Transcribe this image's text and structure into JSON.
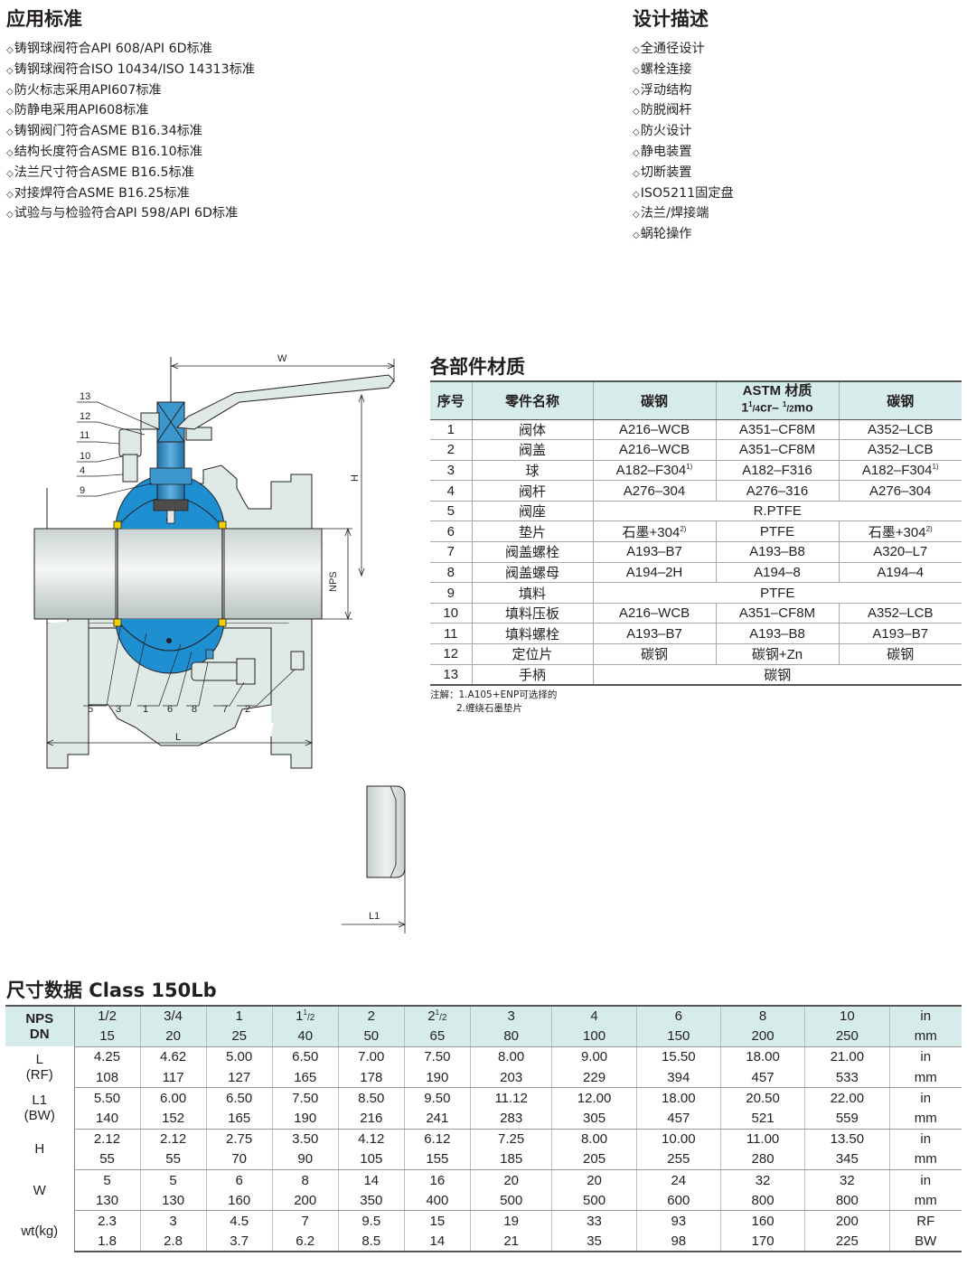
{
  "standards": {
    "title": "应用标准",
    "items": [
      "铸钢球阀符合API 608/API 6D标准",
      "铸钢球阀符合ISO 10434/ISO 14313标准",
      "防火标志采用API607标准",
      "防静电采用API608标准",
      "铸钢阀门符合ASME B16.34标准",
      "结构长度符合ASME B16.10标准",
      "法兰尺寸符合ASME B16.5标准",
      "对接焊符合ASME B16.25标准",
      "试验与与检验符合API 598/API 6D标准"
    ]
  },
  "design": {
    "title": "设计描述",
    "items": [
      "全通径设计",
      "螺栓连接",
      "浮动结构",
      "防脱阀杆",
      "防火设计",
      "静电装置",
      "切断装置",
      "ISO5211固定盘",
      "法兰/焊接端",
      "蜗轮操作"
    ]
  },
  "bullet": "◇",
  "drawing": {
    "labels_left": [
      "13",
      "12",
      "11",
      "10",
      "4",
      "9"
    ],
    "labels_bottom": [
      "5",
      "3",
      "1",
      "6",
      "8",
      "7",
      "2"
    ],
    "dim_w": "W",
    "dim_h": "H",
    "dim_nps": "NPS",
    "dim_l": "L",
    "dim_l1": "L1",
    "colors": {
      "body": "#dfe9e6",
      "ball": "#1e8fd1",
      "stem": "#3d97cf",
      "line": "#231f20",
      "seat": "#f1d100"
    }
  },
  "materials": {
    "title": "各部件材质",
    "headers": {
      "no": "序号",
      "name": "零件名称",
      "c1": "碳钢",
      "astm_top": "ASTM 材质",
      "astm_bottom_a": "1",
      "astm_sup_a": "1",
      "astm_sub_a": "/4",
      "astm_mid": "cr– ",
      "astm_sup_b": "1",
      "astm_sub_b": "/2",
      "astm_end": "mo",
      "c3": "碳钢"
    },
    "rows": [
      {
        "no": "1",
        "name": "阀体",
        "a": "A216–WCB",
        "b": "A351–CF8M",
        "c": "A352–LCB"
      },
      {
        "no": "2",
        "name": "阀盖",
        "a": "A216–WCB",
        "b": "A351–CF8M",
        "c": "A352–LCB"
      },
      {
        "no": "3",
        "name": "球",
        "a": "A182–F304",
        "a_sup": "1)",
        "b": "A182–F316",
        "c": "A182–F304",
        "c_sup": "1)"
      },
      {
        "no": "4",
        "name": "阀杆",
        "a": "A276–304",
        "b": "A276–316",
        "c": "A276–304"
      },
      {
        "no": "5",
        "name": "阀座",
        "span": "R.PTFE"
      },
      {
        "no": "6",
        "name": "垫片",
        "a": "石墨+304",
        "a_sup": "2)",
        "b": "PTFE",
        "c": "石墨+304",
        "c_sup": "2)"
      },
      {
        "no": "7",
        "name": "阀盖螺栓",
        "a": "A193–B7",
        "b": "A193–B8",
        "c": "A320–L7"
      },
      {
        "no": "8",
        "name": "阀盖螺母",
        "a": "A194–2H",
        "b": "A194–8",
        "c": "A194–4"
      },
      {
        "no": "9",
        "name": "填料",
        "span": "PTFE"
      },
      {
        "no": "10",
        "name": "填料压板",
        "a": "A216–WCB",
        "b": "A351–CF8M",
        "c": "A352–LCB"
      },
      {
        "no": "11",
        "name": "填料螺栓",
        "a": "A193–B7",
        "b": "A193–B8",
        "c": "A193–B7"
      },
      {
        "no": "12",
        "name": "定位片",
        "a": "碳钢",
        "b": "碳钢+Zn",
        "c": "碳钢"
      },
      {
        "no": "13",
        "name": "手柄",
        "span": "碳钢"
      }
    ],
    "note1": "注解：1.A105+ENP可选择的",
    "note2": "2.缠绕石墨垫片"
  },
  "dimensions": {
    "title": "尺寸数据  Class 150Lb",
    "nps_label": "NPS",
    "dn_label": "DN",
    "nps": [
      "1/2",
      "3/4",
      "1",
      "1½",
      "2",
      "2½",
      "3",
      "4",
      "6",
      "8",
      "10"
    ],
    "nps_fraction": {
      "3": {
        "whole": "1",
        "num": "1",
        "den": "2"
      },
      "5": {
        "whole": "2",
        "num": "1",
        "den": "2"
      }
    },
    "dn": [
      "15",
      "20",
      "25",
      "40",
      "50",
      "65",
      "80",
      "100",
      "150",
      "200",
      "250"
    ],
    "unit_in": "in",
    "unit_mm": "mm",
    "rows": [
      {
        "label": "L",
        "sub": "(RF)",
        "in": [
          "4.25",
          "4.62",
          "5.00",
          "6.50",
          "7.00",
          "7.50",
          "8.00",
          "9.00",
          "15.50",
          "18.00",
          "21.00"
        ],
        "mm": [
          "108",
          "117",
          "127",
          "165",
          "178",
          "190",
          "203",
          "229",
          "394",
          "457",
          "533"
        ],
        "u1": "in",
        "u2": "mm"
      },
      {
        "label": "L1",
        "sub": "(BW)",
        "in": [
          "5.50",
          "6.00",
          "6.50",
          "7.50",
          "8.50",
          "9.50",
          "11.12",
          "12.00",
          "18.00",
          "20.50",
          "22.00"
        ],
        "mm": [
          "140",
          "152",
          "165",
          "190",
          "216",
          "241",
          "283",
          "305",
          "457",
          "521",
          "559"
        ],
        "u1": "in",
        "u2": "mm"
      },
      {
        "label": "H",
        "sub": "",
        "in": [
          "2.12",
          "2.12",
          "2.75",
          "3.50",
          "4.12",
          "6.12",
          "7.25",
          "8.00",
          "10.00",
          "11.00",
          "13.50"
        ],
        "mm": [
          "55",
          "55",
          "70",
          "90",
          "105",
          "155",
          "185",
          "205",
          "255",
          "280",
          "345"
        ],
        "u1": "in",
        "u2": "mm"
      },
      {
        "label": "W",
        "sub": "",
        "in": [
          "5",
          "5",
          "6",
          "8",
          "14",
          "16",
          "20",
          "20",
          "24",
          "32",
          "32"
        ],
        "mm": [
          "130",
          "130",
          "160",
          "200",
          "350",
          "400",
          "500",
          "500",
          "600",
          "800",
          "800"
        ],
        "u1": "in",
        "u2": "mm"
      },
      {
        "label": "wt(kg)",
        "sub": "",
        "in": [
          "2.3",
          "3",
          "4.5",
          "7",
          "9.5",
          "15",
          "19",
          "33",
          "93",
          "160",
          "200"
        ],
        "mm": [
          "1.8",
          "2.8",
          "3.7",
          "6.2",
          "8.5",
          "14",
          "21",
          "35",
          "98",
          "170",
          "225"
        ],
        "u1": "RF",
        "u2": "BW"
      }
    ]
  }
}
